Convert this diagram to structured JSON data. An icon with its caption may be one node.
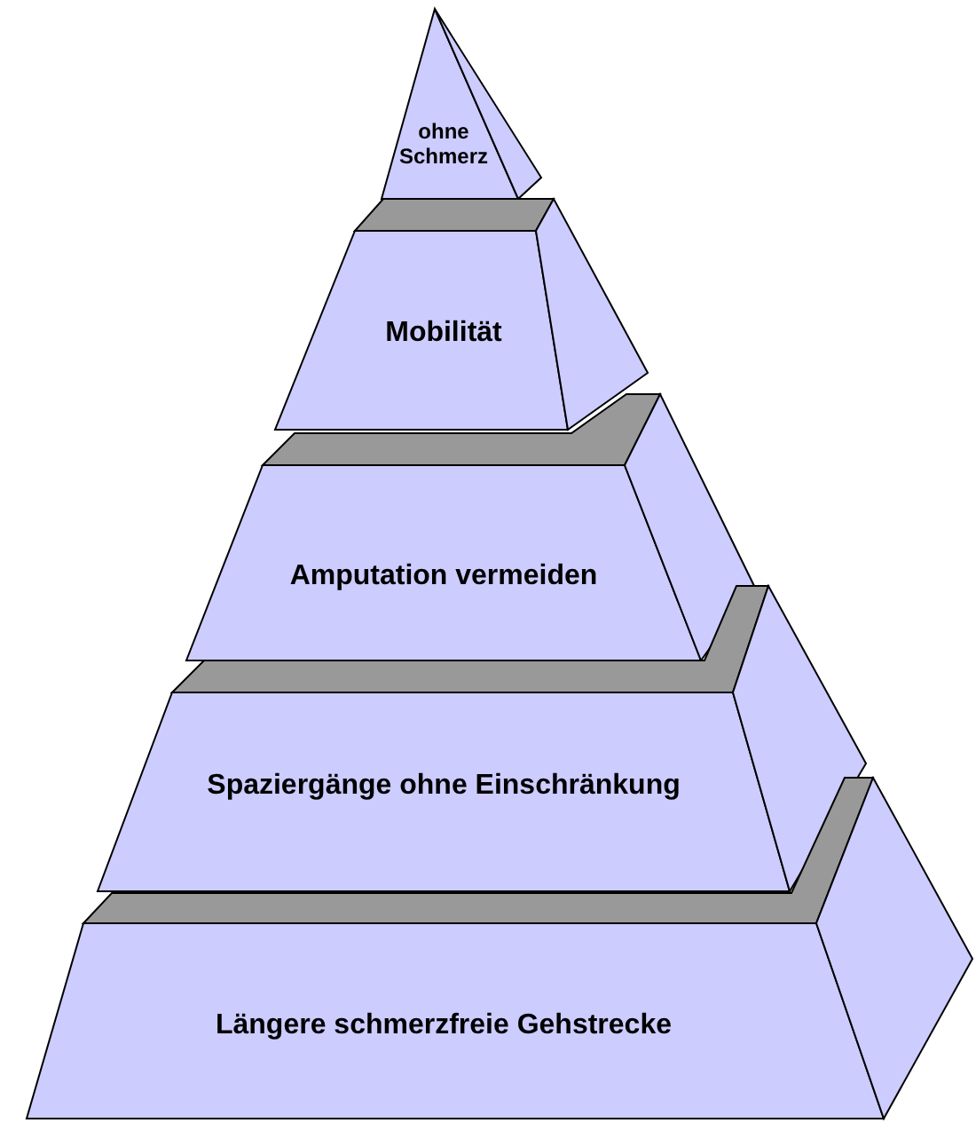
{
  "diagram": {
    "nodes": [
      {
        "text": [
          "ohne Schmerz"
        ]
      },
      {
        "text": [
          "Mobilität"
        ]
      },
      {
        "text": [
          "Amputation vermeiden"
        ]
      },
      {
        "text": [
          "Spaziergänge ohne Einschränkung"
        ]
      },
      {
        "text": [
          "Längere schmerzfreie Gehstrecke"
        ]
      }
    ]
  }
}
